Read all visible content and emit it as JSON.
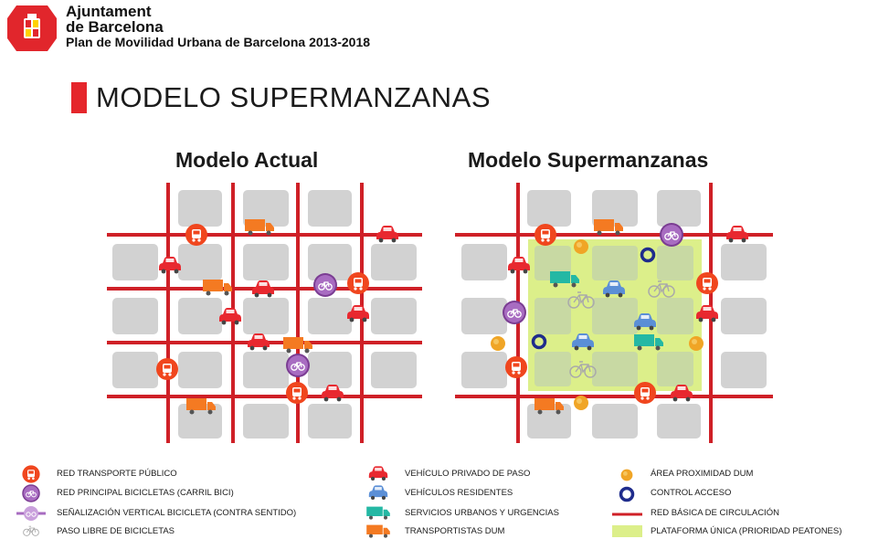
{
  "header": {
    "org_line1": "Ajuntament",
    "org_line2": "de Barcelona",
    "plan": "Plan de Movilidad Urbana de Barcelona 2013-2018",
    "title": "MODELO SUPERMANZANAS"
  },
  "panels": {
    "actual": "Modelo Actual",
    "supermanzanas": "Modelo Supermanzanas"
  },
  "legend": {
    "transporte_publico": "RED TRANSPORTE PÚBLICO",
    "red_bicicletas": "RED PRINCIPAL BICICLETAS (CARRIL BICI)",
    "senalizacion": "SEÑALIZACIÓN VERTICAL BICICLETA (CONTRA SENTIDO)",
    "paso_libre": "PASO LIBRE DE BICICLETAS",
    "vehiculo_privado": "VEHÍCULO PRIVADO DE PASO",
    "vehiculos_residentes": "VEHÍCULOS RESIDENTES",
    "servicios_urbanos": "SERVICIOS URBANOS Y URGENCIAS",
    "transportistas": "TRANSPORTISTAS DUM",
    "area_proximidad": "ÁREA PROXIMIDAD DUM",
    "control_acceso": "CONTROL ACCESO",
    "red_basica": "RED BÁSICA DE CIRCULACIÓN",
    "plataforma_unica": "PLATAFORMA ÚNICA (PRIORIDAD PEATONES)"
  },
  "colors": {
    "road": "#cf2027",
    "block": "#d2d2d2",
    "bus": "#f0461e",
    "bike_circle": "#7b3d93",
    "car_private": "#e8282f",
    "car_resident": "#5b8fd6",
    "service": "#24b8a4",
    "truck": "#f47a22",
    "dum_area": "#f0a526",
    "control": "#1f2c8c",
    "plataforma": "#dcef8a"
  },
  "icons": [
    "logo-icon",
    "bus-icon",
    "bike-lane-icon",
    "bike-signal-icon",
    "bicycle-icon",
    "car-icon",
    "resident-car-icon",
    "service-truck-icon",
    "delivery-truck-icon",
    "dum-dot-icon",
    "control-ring-icon",
    "road-line-icon",
    "platform-swatch-icon"
  ]
}
